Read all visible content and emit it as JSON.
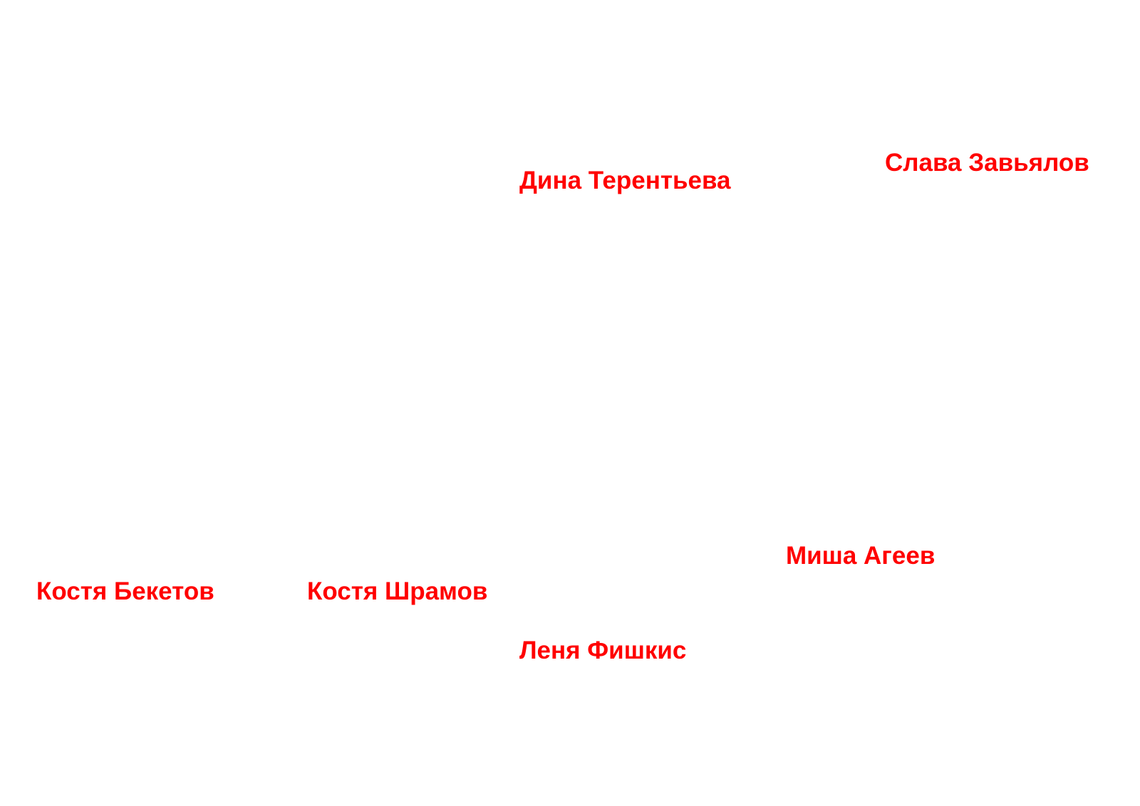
{
  "text_color": "#ff0000",
  "background_color": "#ffffff",
  "names": [
    "Слава Завьялов",
    "Дина Терентьева",
    "Миша Агеев",
    "Костя Бекетов",
    "Костя Шрамов",
    "Леня Фишкис"
  ]
}
